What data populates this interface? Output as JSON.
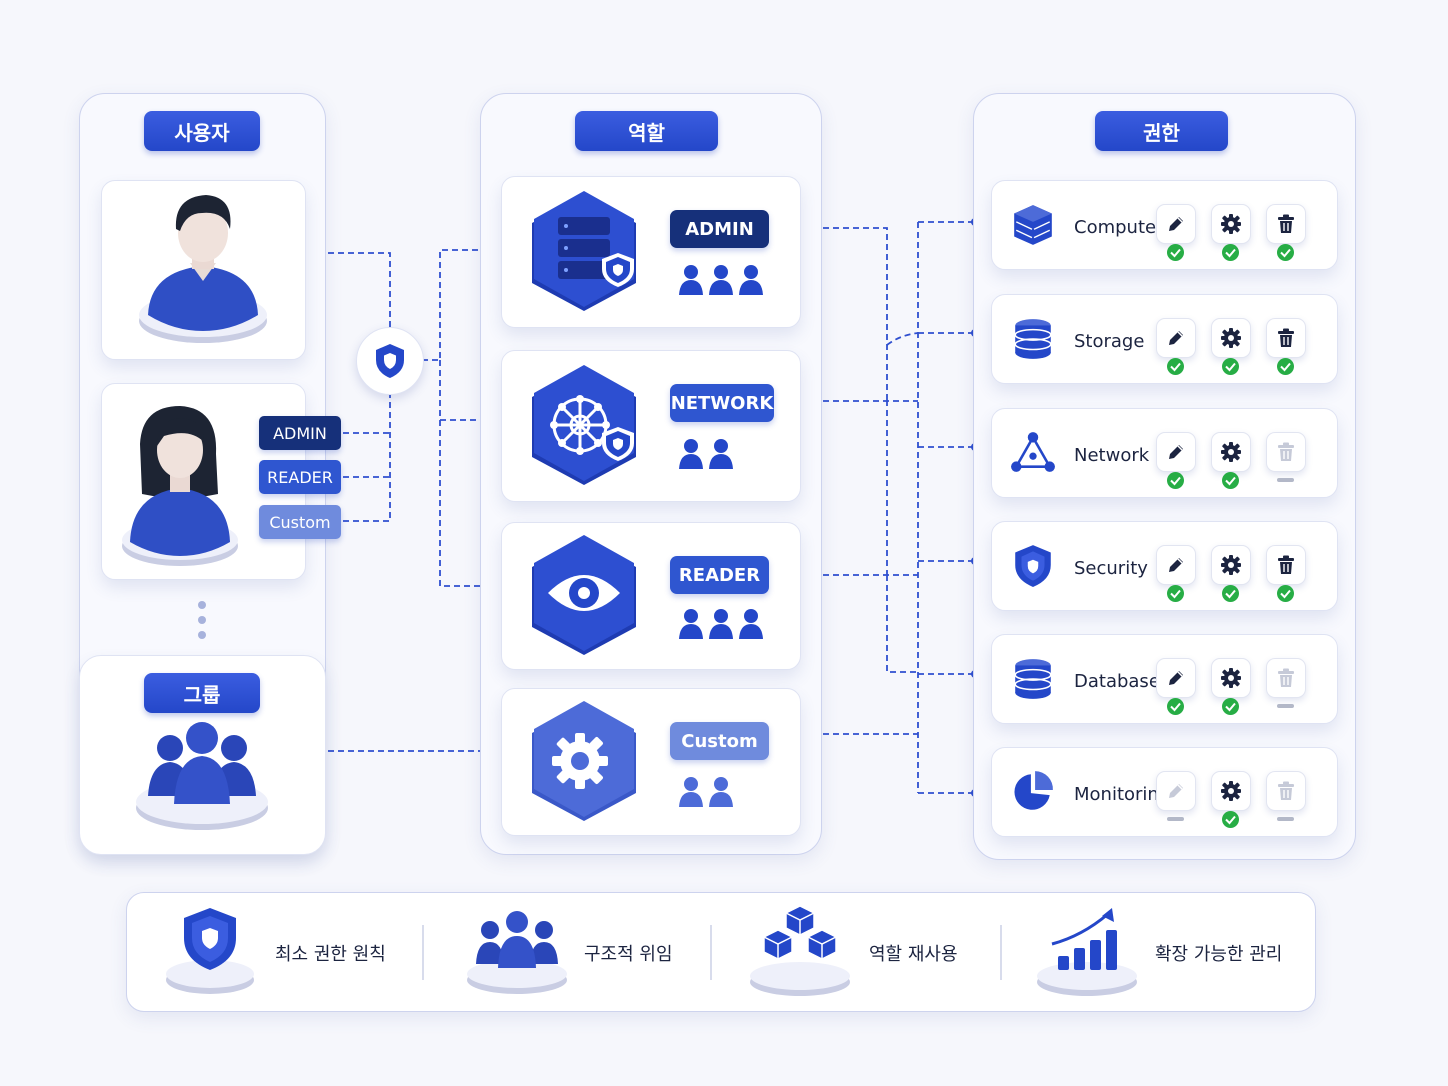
{
  "columns": {
    "users_title": "사용자",
    "roles_title": "역할",
    "permissions_title": "권한"
  },
  "users": {
    "user_tags": [
      "ADMIN",
      "READER",
      "Custom"
    ],
    "group_title": "그룹"
  },
  "roles": [
    "ADMIN",
    "NETWORK",
    "READER",
    "Custom"
  ],
  "permissions": [
    {
      "name": "Compute",
      "icon": "server-icon",
      "edit": true,
      "settings": true,
      "delete": true
    },
    {
      "name": "Storage",
      "icon": "storage-icon",
      "edit": true,
      "settings": true,
      "delete": true
    },
    {
      "name": "Network",
      "icon": "network-icon",
      "edit": true,
      "settings": true,
      "delete": false
    },
    {
      "name": "Security",
      "icon": "shield-icon",
      "edit": true,
      "settings": true,
      "delete": true
    },
    {
      "name": "Database",
      "icon": "database-icon",
      "edit": true,
      "settings": true,
      "delete": false
    },
    {
      "name": "Monitoring",
      "icon": "pie-chart-icon",
      "edit": false,
      "settings": true,
      "delete": false
    }
  ],
  "features": [
    {
      "label": "최소 권한 원칙",
      "icon": "shield-icon"
    },
    {
      "label": "구조적 위임",
      "icon": "group-icon"
    },
    {
      "label": "역할 재사용",
      "icon": "cubes-icon"
    },
    {
      "label": "확장 가능한 관리",
      "icon": "growth-chart-icon"
    }
  ],
  "colors": {
    "primary": "#2447c9",
    "dark_navy": "#16307a",
    "light_blue": "#6f8bdd",
    "check_green": "#27ad45",
    "connector": "#2f4fcf"
  }
}
